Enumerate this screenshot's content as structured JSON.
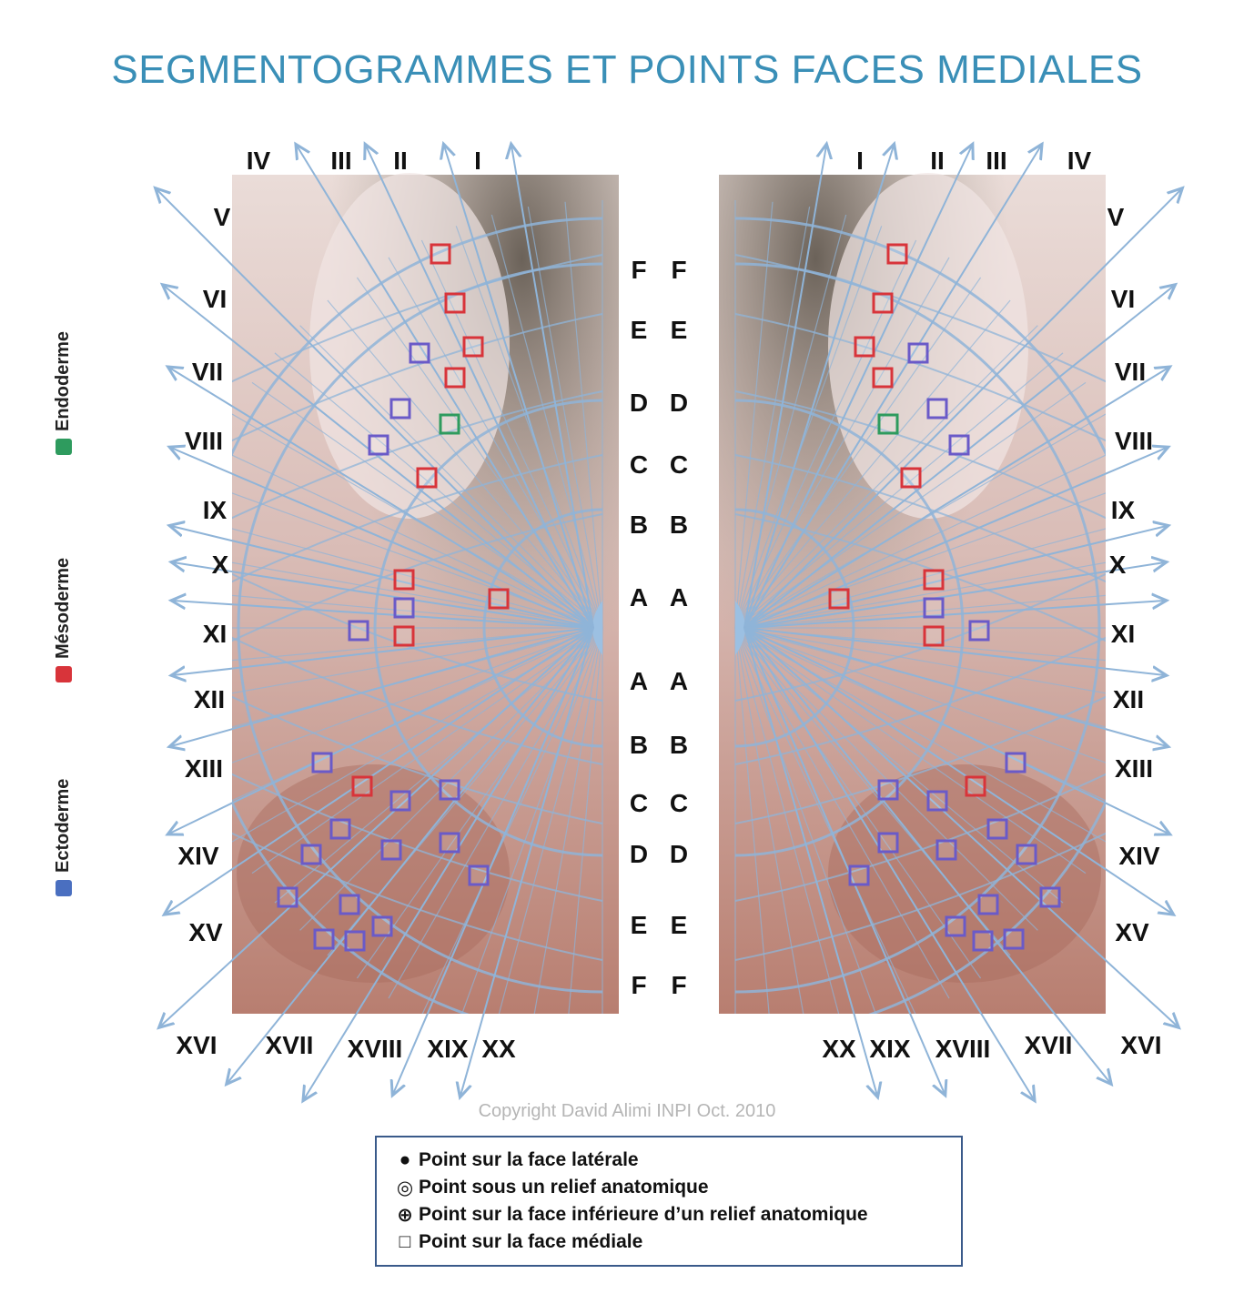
{
  "title": "SEGMENTOGRAMMES ET POINTS FACES MEDIALES",
  "tissue_legend": [
    {
      "label": "Endoderme",
      "color": "#2e9b5e"
    },
    {
      "label": "Mésoderme",
      "color": "#d8343a"
    },
    {
      "label": "Ectoderme",
      "color": "#4a6fc0"
    }
  ],
  "segments": [
    "I",
    "II",
    "III",
    "IV",
    "V",
    "VI",
    "VII",
    "VIII",
    "IX",
    "X",
    "XI",
    "XII",
    "XIII",
    "XIV",
    "XV",
    "XVI",
    "XVII",
    "XVIII",
    "XIX",
    "XX"
  ],
  "zones_upper": [
    "F",
    "E",
    "D",
    "C",
    "B",
    "A"
  ],
  "zones_lower": [
    "A",
    "B",
    "C",
    "D",
    "E",
    "F"
  ],
  "copyright": "Copyright David Alimi INPI Oct. 2010",
  "symbol_legend": [
    {
      "symbol": "●",
      "label": "Point sur la face latérale",
      "icon": "filled-dot-icon"
    },
    {
      "symbol": "◎",
      "label": "Point sous un relief anatomique",
      "icon": "dotted-circle-icon"
    },
    {
      "symbol": "⊕",
      "label": "Point sur la face inférieure d’un relief anatomique",
      "icon": "plus-circle-icon"
    },
    {
      "symbol": "□",
      "label": "Point sur la face médiale",
      "icon": "empty-square-icon"
    }
  ],
  "colors": {
    "title": "#3a8fb7",
    "grid": "#8fb4d8",
    "endoderm": "#2e9b5e",
    "mesoderm": "#d8343a",
    "ectoderm": "#6a5ac8"
  }
}
